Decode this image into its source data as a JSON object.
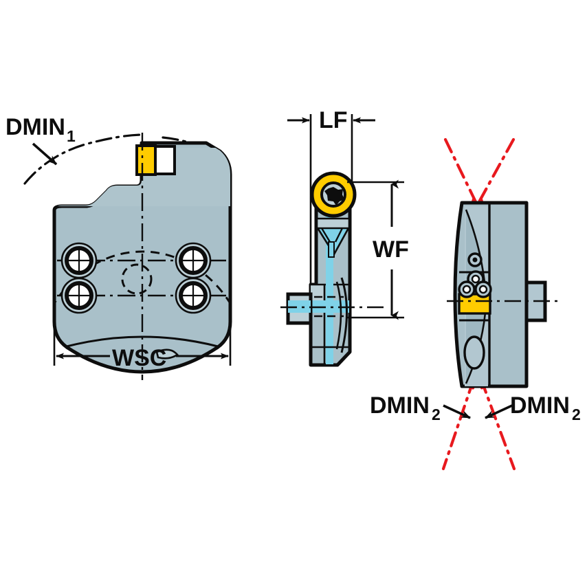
{
  "drawing": {
    "title": "Tool holder technical drawing - three orthographic views",
    "background_color": "#ffffff",
    "colors": {
      "body_fill": "#a9c0c9",
      "body_fill_light": "#bdd0d7",
      "body_fill_dark": "#93aab4",
      "outline": "#0d0d0d",
      "insert_yellow": "#ffcc00",
      "insert_yellow_dark": "#e0a800",
      "coolant_cyan": "#7fd2e8",
      "coolant_cyan_dark": "#4fb8d4",
      "dmin_red": "#e8191e",
      "white": "#ffffff"
    },
    "views": [
      {
        "id": "front-view",
        "name": "front-view",
        "position": "left",
        "labels": [
          "DMIN1",
          "WSC"
        ]
      },
      {
        "id": "side-view",
        "name": "side-view",
        "position": "center",
        "labels": [
          "LF",
          "WF"
        ]
      },
      {
        "id": "end-view",
        "name": "end-view",
        "position": "right",
        "labels": [
          "DMIN2",
          "DMIN2"
        ]
      }
    ]
  },
  "labels": {
    "dmin1": {
      "base": "DMIN",
      "subscript": "1"
    },
    "wsc": {
      "base": "WSC"
    },
    "lf": {
      "base": "LF"
    },
    "wf": {
      "base": "WF"
    },
    "dmin2_left": {
      "base": "DMIN",
      "subscript": "2"
    },
    "dmin2_right": {
      "base": "DMIN",
      "subscript": "2"
    }
  }
}
